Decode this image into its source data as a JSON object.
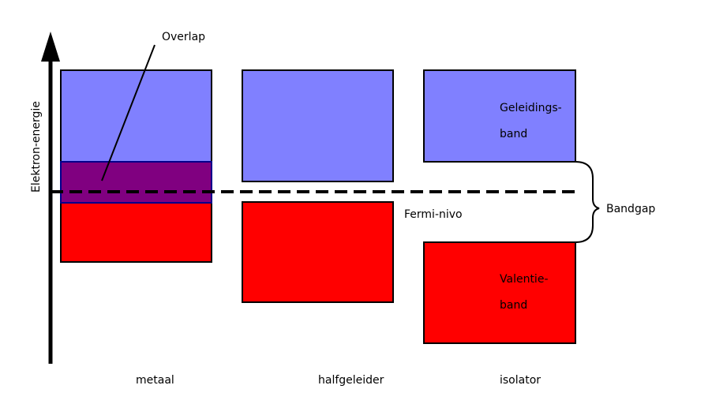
{
  "axis": {
    "label": "Elektron-energie"
  },
  "labels": {
    "overlap": "Overlap",
    "fermi": "Fermi-nivo",
    "bandgap": "Bandgap",
    "conduction_line1": "Geleidings-",
    "conduction_line2": "band",
    "valence_line1": "Valentie-",
    "valence_line2": "band"
  },
  "materials": [
    "metaal",
    "halfgeleider",
    "isolator"
  ],
  "colors": {
    "conduction": "#8080ff",
    "valence": "#ff0000",
    "overlap": "#800080",
    "outline": "#000000",
    "overlap_border": "#00008b"
  }
}
